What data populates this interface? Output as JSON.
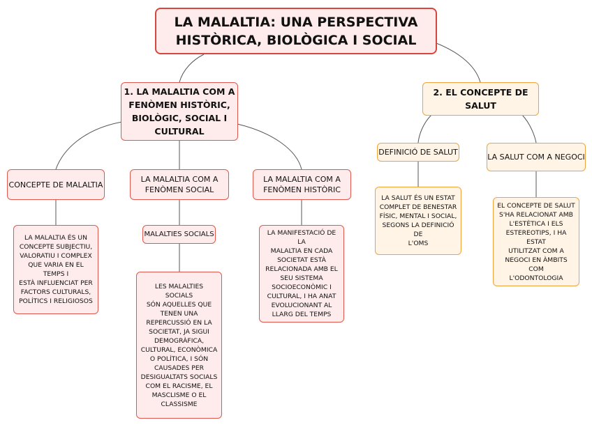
{
  "root": {
    "title": "LA MALALTIA: UNA PERSPECTIVA\nHISTÒRICA, BIOLÒGICA I SOCIAL"
  },
  "branch1": {
    "title": "1. LA MALALTIA COM A\nFENÒMEN HISTÒRIC,\nBIOLÒGIC, SOCIAL I\nCULTURAL",
    "concept": {
      "label": "CONCEPTE DE MALALTIA",
      "text": "LA MALALTIA ÉS UN\nCONCEPTE SUBJECTIU,\nVALORATIU I COMPLEX\nQUE VARIA EN EL TEMPS I\nESTÀ INFLUENCIAT PER\nFACTORS CULTURALS,\nPOLÍTICS I RELIGIOSOS"
    },
    "social": {
      "label": "LA MALALTIA COM A\nFENÒMEN SOCIAL",
      "sub_label": "MALALTIES SOCIALS",
      "text": "LES MALALTIES SOCIALS\nSÓN AQUELLES QUE\nTENEN UNA\nREPERCUSSIÓ EN LA\nSOCIETAT, JA SIGUI\nDEMOGRÀFICA,\nCULTURAL, ECONÒMICA\nO POLÍTICA, I SÓN\nCAUSADES PER\nDESIGUALTATS SOCIALS\nCOM EL RACISME, EL\nMASCLISME O EL\nCLASSISME"
    },
    "historic": {
      "label": "LA MALALTIA COM A\nFENÒMEN HISTÒRIC",
      "text": "LA MANIFESTACIÓ DE LA\nMALALTIA EN CADA\nSOCIETAT ESTÀ\nRELACIONADA AMB EL\nSEU SISTEMA\nSOCIOECONÒMIC I\nCULTURAL, I HA ANAT\nEVOLUCIONANT AL\nLLARG DEL TEMPS"
    }
  },
  "branch2": {
    "title": "2. EL CONCEPTE DE\nSALUT",
    "definition": {
      "label": "DEFINICIÓ DE SALUT",
      "text": "LA SALUT ÉS UN ESTAT\nCOMPLET DE BENESTAR\nFÍSIC, MENTAL I SOCIAL,\nSEGONS LA DEFINICIÓ DE\nL'OMS"
    },
    "business": {
      "label": "LA SALUT COM A NEGOCI",
      "text": "EL CONCEPTE DE SALUT\nS'HA RELACIONAT AMB\nL'ESTÈTICA I ELS\nESTEREOTIPS, I HA ESTAT\nUTILITZAT COM A\nNEGOCI EN ÀMBITS COM\nL'ODONTOLOGIA"
    }
  },
  "colors": {
    "branch1": "#e2564d",
    "branch2": "#f2a23c",
    "connector": "#555555"
  }
}
